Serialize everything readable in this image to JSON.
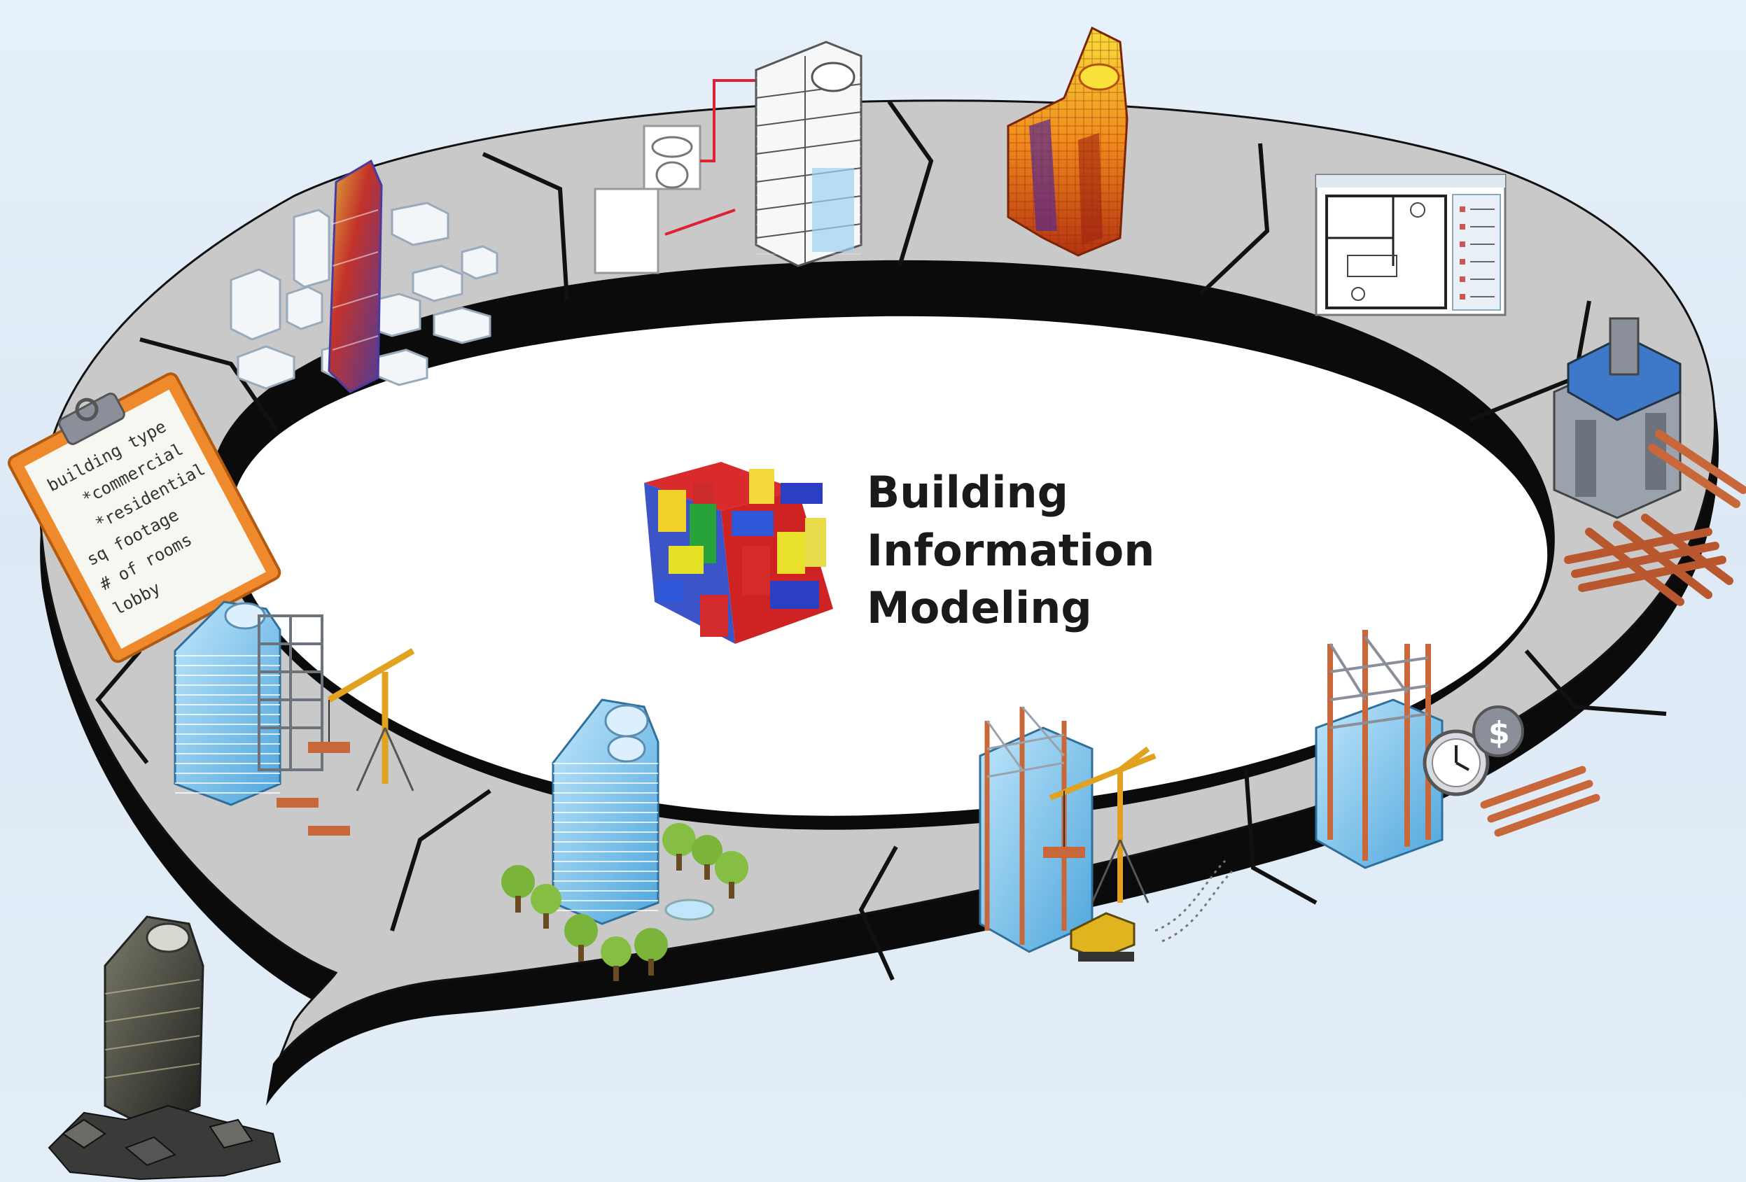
{
  "title": {
    "line1": "Building",
    "line2": "Information",
    "line3": "Modeling"
  },
  "clipboard": {
    "items": [
      "building type",
      "*commercial",
      "*residential",
      "sq footage",
      "# of rooms",
      "lobby"
    ]
  },
  "lifecycle_stages": [
    {
      "icon": "programming-clipboard-icon"
    },
    {
      "icon": "conceptual-massing-icon"
    },
    {
      "icon": "detailed-design-icon"
    },
    {
      "icon": "analysis-heatmap-icon"
    },
    {
      "icon": "documentation-floorplan-icon"
    },
    {
      "icon": "fabrication-machine-icon"
    },
    {
      "icon": "construction-logistics-icon"
    },
    {
      "icon": "construction-crane-icon"
    },
    {
      "icon": "operation-maintenance-icon"
    },
    {
      "icon": "renovation-crane-icon"
    },
    {
      "icon": "demolition-rubble-icon"
    }
  ],
  "colors": {
    "ring_top": "#c9c9c9",
    "ring_side": "#0b0b0b",
    "glass_blue": "#7cc3ec",
    "steel": "#8a8f99",
    "crane": "#e0a21f",
    "timber": "#c8673a",
    "heat_orange": "#f08a1c"
  }
}
